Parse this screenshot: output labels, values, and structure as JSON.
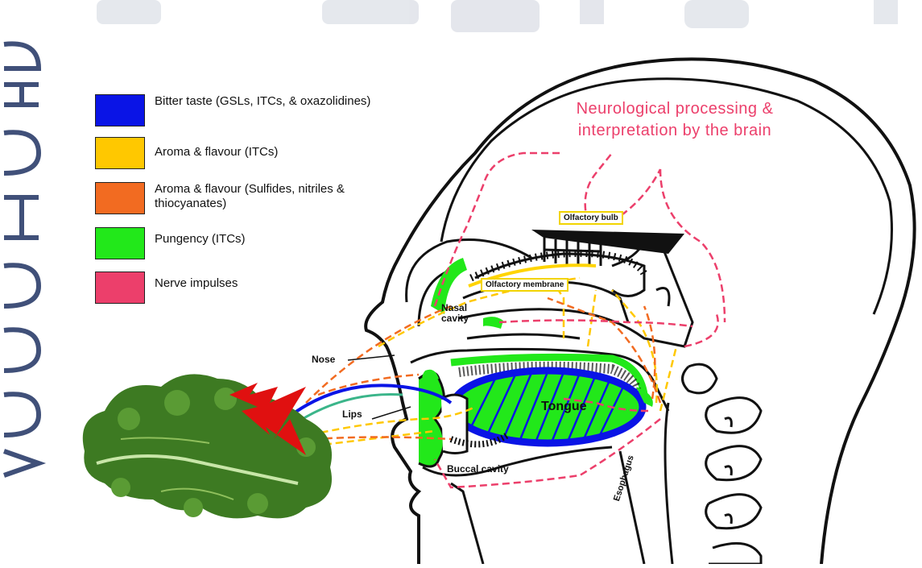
{
  "legend": [
    {
      "label": "Bitter taste (GSLs, ITCs, & oxazolidines)",
      "color": "#0a14e6"
    },
    {
      "label": "Aroma & flavour (ITCs)",
      "color": "#ffc800"
    },
    {
      "label": "Aroma & flavour (Sulfides, nitriles & thiocyanates)",
      "color": "#f26b21"
    },
    {
      "label": "Pungency (ITCs)",
      "color": "#22e81a"
    },
    {
      "label": "Nerve impulses",
      "color": "#ec3f6b"
    }
  ],
  "brain_text": "Neurological processing & interpretation by the brain",
  "labels": {
    "olfactory_bulb": "Olfactory bulb",
    "olfactory_membrane": "Olfactory membrane",
    "nasal_cavity": "Nasal cavity",
    "nose": "Nose",
    "lips": "Lips",
    "tongue": "Tongue",
    "buccal_cavity": "Buccal cavity",
    "esophagus": "Esophagus"
  },
  "colors": {
    "outline": "#111111",
    "nerve": "#ec3f6b",
    "kale": "#3d7a22",
    "bolt": "#e01010"
  }
}
